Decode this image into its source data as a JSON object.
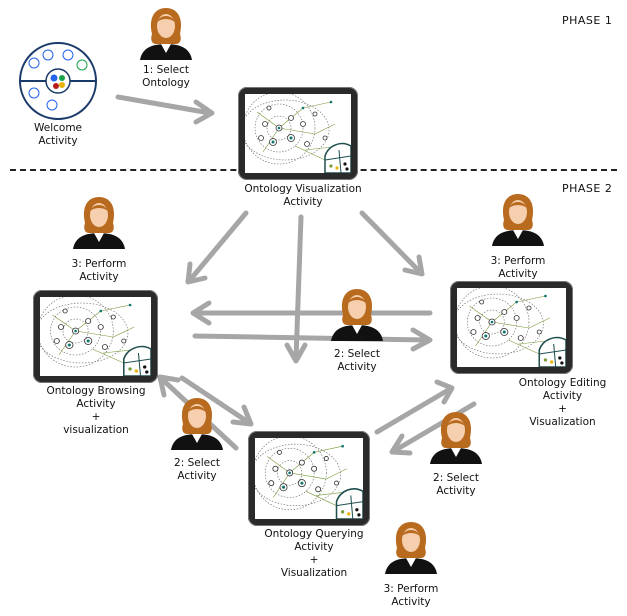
{
  "phases": {
    "phase1": "PHASE 1",
    "phase2": "PHASE 2"
  },
  "welcome": {
    "line1": "Welcome",
    "line2": "Activity"
  },
  "visualization": {
    "line1": "Ontology Visualization",
    "line2": "Activity"
  },
  "browsing": {
    "line1": "Ontology Browsing",
    "line2": "Activity",
    "line3": "+",
    "line4": "visualization"
  },
  "editing": {
    "line1": "Ontology Editing",
    "line2": "Activity",
    "line3": "+",
    "line4": "Visualization"
  },
  "querying": {
    "line1": "Ontology Querying",
    "line2": "Activity",
    "line3": "+",
    "line4": "Visualization"
  },
  "users": {
    "select_ontology": {
      "line1": "1: Select",
      "line2": "Ontology"
    },
    "perform_left": {
      "line1": "3: Perform",
      "line2": "Activity"
    },
    "perform_right": {
      "line1": "3: Perform",
      "line2": "Activity"
    },
    "select_center": {
      "line1": "2: Select",
      "line2": "Activity"
    },
    "select_left": {
      "line1": "2: Select",
      "line2": "Activity"
    },
    "select_right": {
      "line1": "2: Select",
      "line2": "Activity"
    },
    "perform_bottom": {
      "line1": "3: Perform",
      "line2": "Activity"
    }
  },
  "colors": {
    "arrow": "#a6a6a6",
    "hair": "#b86a1f",
    "skin": "#f6cfae",
    "suit": "#111111",
    "tablet": "#2a2a2a"
  },
  "icons": {
    "user": "user-avatar-icon",
    "device": "tablet-icon",
    "welcome": "welcome-circle-icon"
  }
}
